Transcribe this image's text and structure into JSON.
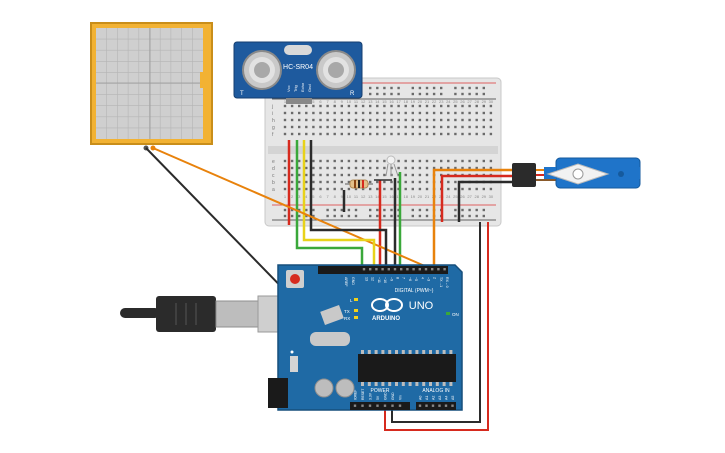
{
  "sensor": {
    "name": "HC-SR04",
    "pins": [
      "Vcc",
      "Trig",
      "Echo",
      "Gnd"
    ],
    "corner_left": "T",
    "corner_right": "R"
  },
  "breadboard": {
    "row_letters_top": [
      "j",
      "i",
      "h",
      "g",
      "f"
    ],
    "row_letters_bottom": [
      "e",
      "d",
      "c",
      "b",
      "a"
    ],
    "column_numbers": [
      "1",
      "2",
      "3",
      "4",
      "5",
      "6",
      "7",
      "8",
      "9",
      "10",
      "11",
      "12",
      "13",
      "14",
      "15",
      "16",
      "17",
      "18",
      "19",
      "20",
      "21",
      "22",
      "23",
      "24",
      "25",
      "26",
      "27",
      "28",
      "29",
      "30"
    ]
  },
  "arduino": {
    "model": "UNO",
    "brand": "ARDUINO",
    "digital_header": "DIGITAL (PWM~)",
    "power_header": "POWER",
    "analog_header": "ANALOG IN",
    "on_label": "ON",
    "tx_label": "TX",
    "rx_label": "RX",
    "l_label": "L",
    "aref": "AREF",
    "gnd": "GND",
    "digital_pins": [
      "13",
      "12",
      "~11",
      "~10",
      "~9",
      "8",
      "7",
      "~6",
      "~5",
      "4",
      "~3",
      "2",
      "TX→1",
      "RX←0"
    ],
    "power_pins": [
      "IOREF",
      "RESET",
      "3.3V",
      "5V",
      "GND",
      "GND",
      "Vin"
    ],
    "analog_pins": [
      "A0",
      "A1",
      "A2",
      "A3",
      "A4",
      "A5"
    ]
  },
  "colors": {
    "wire_orange": "#e8820c",
    "wire_red": "#d62a1e",
    "wire_green": "#3aa83a",
    "wire_yellow": "#e8d21a",
    "wire_black": "#2b2b2b",
    "board_blue": "#1f6aa5",
    "panel_gold": "#f2b233"
  }
}
